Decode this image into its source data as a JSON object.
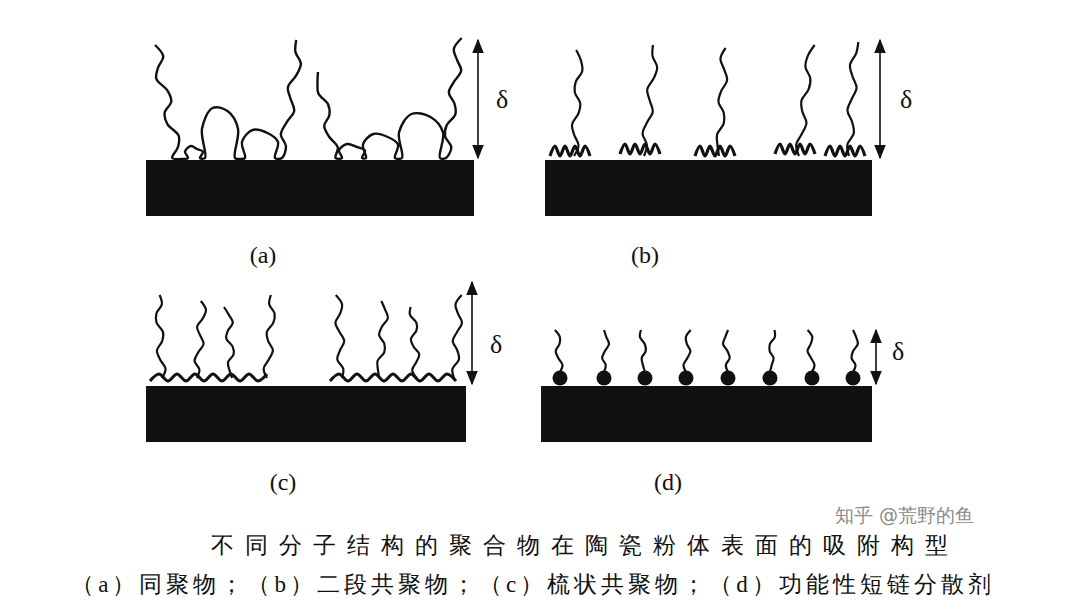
{
  "diagram": {
    "caption": "不同分子结构的聚合物在陶瓷粉体表面的吸附构型",
    "labels": [
      "δ",
      "δ",
      "δ",
      "δ",
      "(a)",
      "(b)",
      "(c)",
      "(d)",
      "（a）同聚物；（b）二段共聚物；（c）梳状共聚物；（d）功能性短链分散剂",
      "知乎 @荒野的鱼"
    ]
  }
}
